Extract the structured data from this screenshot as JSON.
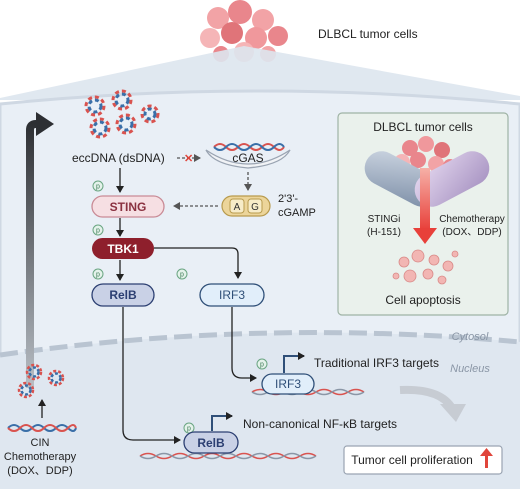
{
  "top": {
    "tumor_label": "DLBCL tumor cells"
  },
  "pathway": {
    "eccdna": "eccDNA (dsDNA)",
    "cgas": "cGAS",
    "cgamp_line1": "2'3'-",
    "cgamp_line2": "cGAMP",
    "cgamp_a": "A",
    "cgamp_g": "G",
    "sting": "STING",
    "tbk1": "TBK1",
    "relb": "RelB",
    "irf3": "IRF3",
    "phospho": "p"
  },
  "inset": {
    "title": "DLBCL tumor cells",
    "stingi_line1": "STINGi",
    "stingi_line2": "(H-151)",
    "chemo_line1": "Chemotherapy",
    "chemo_line2": "(DOX、DDP)",
    "apoptosis": "Cell apoptosis"
  },
  "compartments": {
    "cytosol": "Cytosol",
    "nucleus": "Nucleus"
  },
  "nucleus": {
    "irf3": "IRF3",
    "irf3_targets": "Traditional IRF3 targets",
    "relb": "RelB",
    "nfkb_targets": "Non-canonical NF-κB targets",
    "cin": "CIN",
    "chemo_line1": "Chemotherapy",
    "chemo_line2": "(DOX、DDP)",
    "proliferation": "Tumor cell proliferation"
  },
  "colors": {
    "cell_bg": "#e9eff6",
    "nucleus_bg": "#dfe7f0",
    "sting_fill": "#f6dfe3",
    "sting_stroke": "#c98b96",
    "tbk1_fill": "#8e1f2c",
    "relb_fill": "#c9d1e6",
    "relb_stroke": "#2c3f72",
    "irf3_fill": "#e1eefa",
    "irf3_stroke": "#2f4f78",
    "cgamp_fill": "#ecd59a",
    "red_arrow": "#e8403a",
    "dna_red": "#d9534f",
    "dna_blue": "#3a6fa8"
  }
}
